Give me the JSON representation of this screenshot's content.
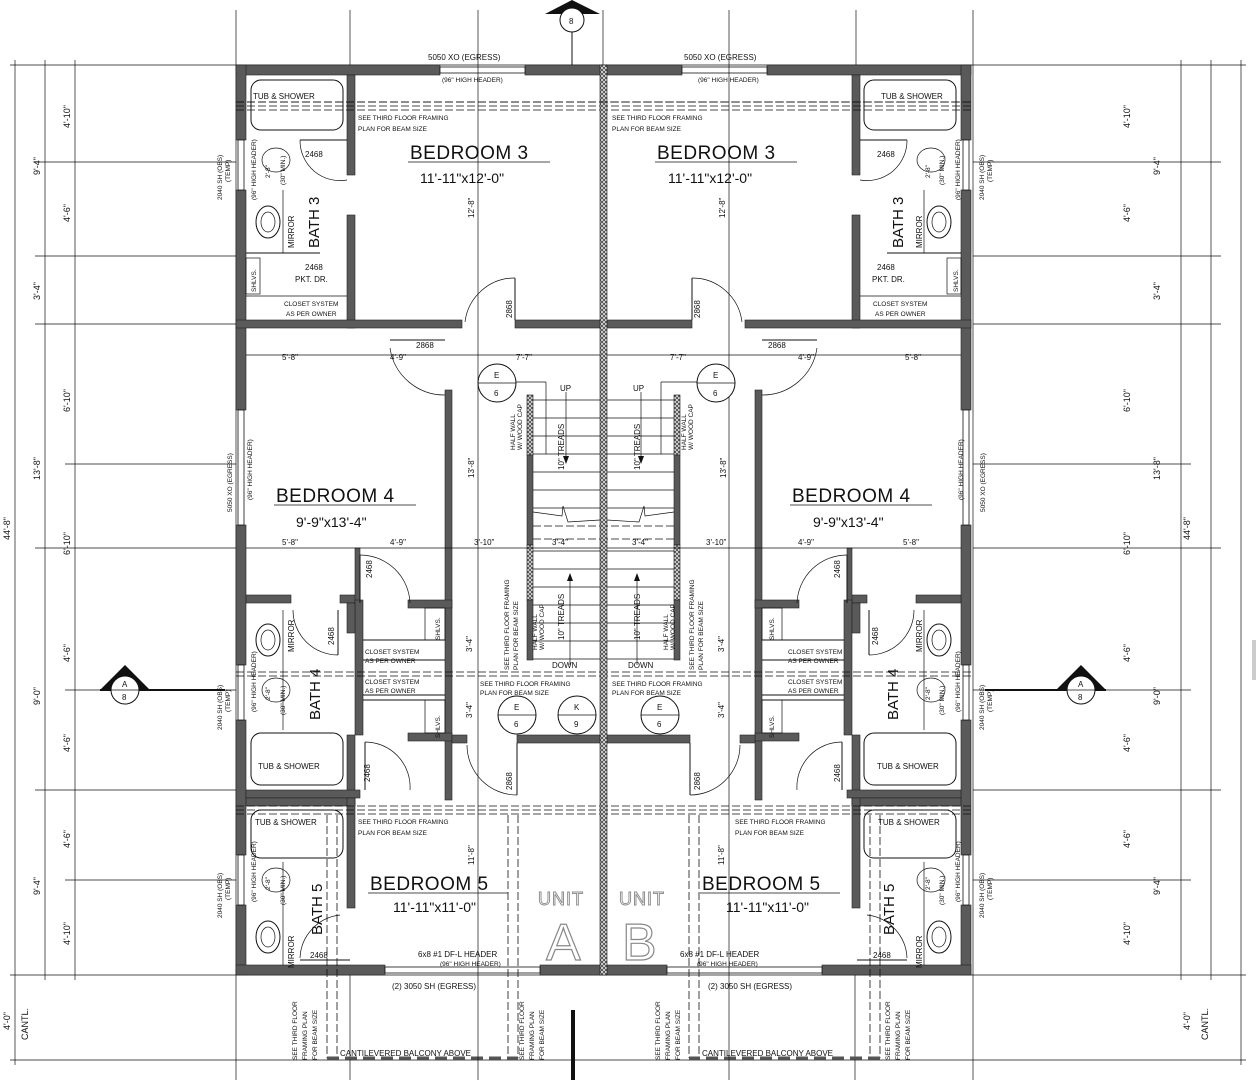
{
  "markers": {
    "section_top": "8",
    "section_left_letter": "A",
    "section_left_sheet": "8",
    "section_right_letter": "A",
    "section_right_sheet": "8"
  },
  "dims": {
    "overall": "44'-8\"",
    "cantl": "CANTL.",
    "cantl_dim": "4'-0\"",
    "d_4_10": "4'-10\"",
    "d_9_4": "9'-4\"",
    "d_4_6": "4'-6\"",
    "d_3_4": "3'-4\"",
    "d_6_10": "6'-10\"",
    "d_13_8": "13'-8\"",
    "d_9_0": "9'-0\"",
    "d_5_8": "5'-8\"",
    "d_4_9": "4'-9\"",
    "d_7_7": "7'-7\"",
    "d_3_10": "3'-10\"",
    "d_3_4s": "3'-4\"",
    "d_12_8": "12'-8\"",
    "d_11_8": "11'-8\"",
    "d_2_8": "2'-8\""
  },
  "windows": {
    "top_egress": "5050 XO (EGRESS)",
    "header_96": "(96\" HIGH HEADER)",
    "side_egress": "5050 XO (EGRESS)",
    "obs": "2040 SH (OBS)",
    "temp": "(TEMP)",
    "bottom_egress": "(2) 3050 SH (EGRESS)",
    "df_header": "6x8 #1 DF-L HEADER"
  },
  "rooms": {
    "bedroom3": {
      "name": "BEDROOM 3",
      "size": "11'-11\"x12'-0\""
    },
    "bedroom4": {
      "name": "BEDROOM 4",
      "size": "9'-9\"x13'-4\""
    },
    "bedroom5": {
      "name": "BEDROOM 5",
      "size": "11'-11\"x11'-0\""
    },
    "bath3": "BATH 3",
    "bath4": "BATH 4",
    "bath5": "BATH 5"
  },
  "notes": {
    "tub": "TUB & SHOWER",
    "mirror": "MIRROR",
    "min30": "(30\" MIN.)",
    "framing1": "SEE THIRD FLOOR FRAMING",
    "framing2": "PLAN FOR BEAM SIZE",
    "framing_a": "SEE THIRD FLOOR",
    "framing_b": "FRAMING PLAN",
    "framing_c": "FOR BEAM SIZE",
    "closet1": "CLOSET SYSTEM",
    "closet2": "AS PER OWNER",
    "shlvs": "SHLVS.",
    "door2468": "2468",
    "door2868": "2868",
    "pkt": "PKT. DR.",
    "up": "UP",
    "down": "DOWN",
    "treads": "10\" TREADS",
    "halfwall1": "HALF WALL",
    "halfwall2": "W/ WOOD CAP",
    "balcony": "CANTILEVERED BALCONY ABOVE"
  },
  "callouts": {
    "e": "E",
    "e_sheet": "6",
    "k": "K",
    "k_sheet": "9"
  },
  "units": {
    "label": "UNIT",
    "a": "A",
    "b": "B"
  }
}
